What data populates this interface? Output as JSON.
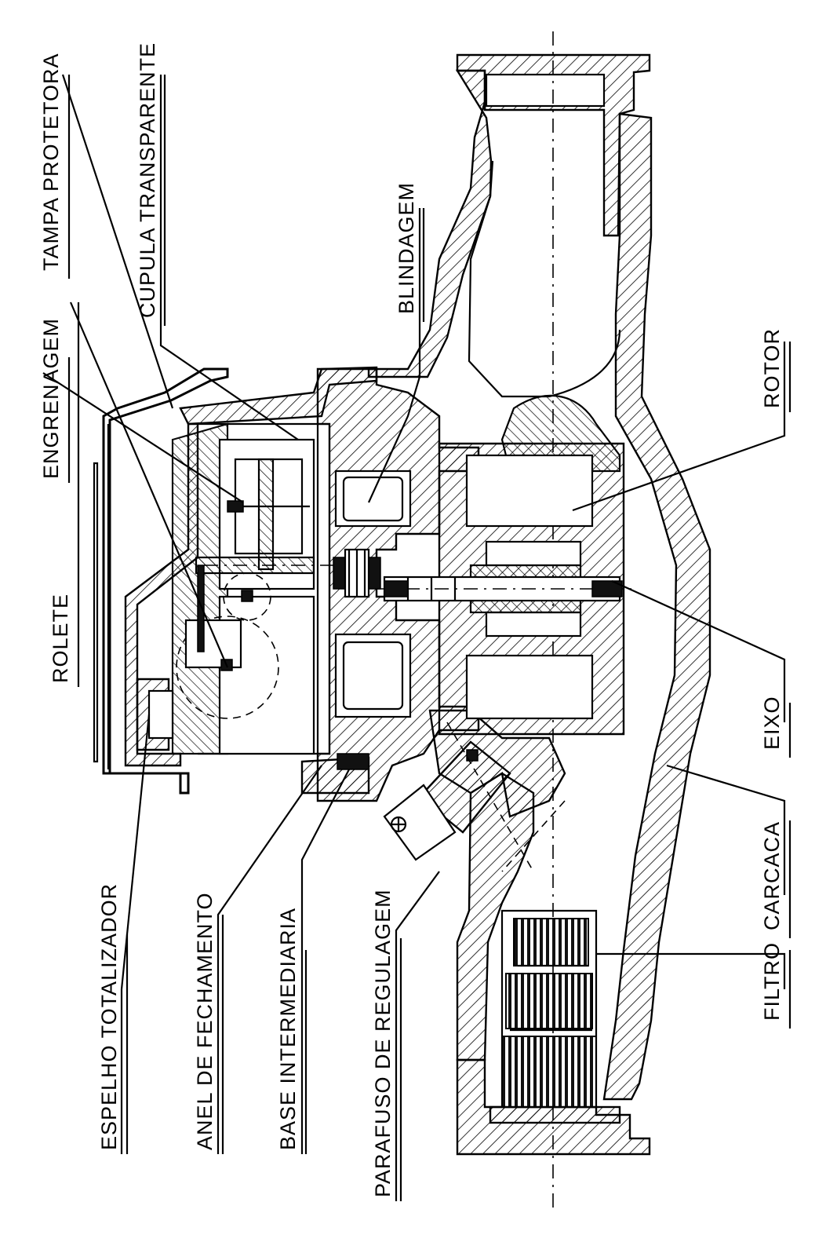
{
  "diagram": {
    "labels": {
      "tampa_protetora": "TAMPA PROTETORA",
      "cupula_transparente": "CUPULA TRANSPARENTE",
      "engrenagem": "ENGRENAGEM",
      "rolete": "ROLETE",
      "blindagem": "BLINDAGEM",
      "rotor": "ROTOR",
      "eixo": "EIXO",
      "carcaca": "CARCACA",
      "filtro": "FILTRO",
      "espelho_totalizador": "ESPELHO TOTALIZADOR",
      "anel_de_fechamento": "ANEL DE FECHAMENTO",
      "base_intermediaria": "BASE INTERMEDIARIA",
      "parafuso_de_regulagem": "PARAFUSO DE REGULAGEM"
    },
    "colors": {
      "ink": "#000000",
      "paper": "#ffffff"
    }
  }
}
